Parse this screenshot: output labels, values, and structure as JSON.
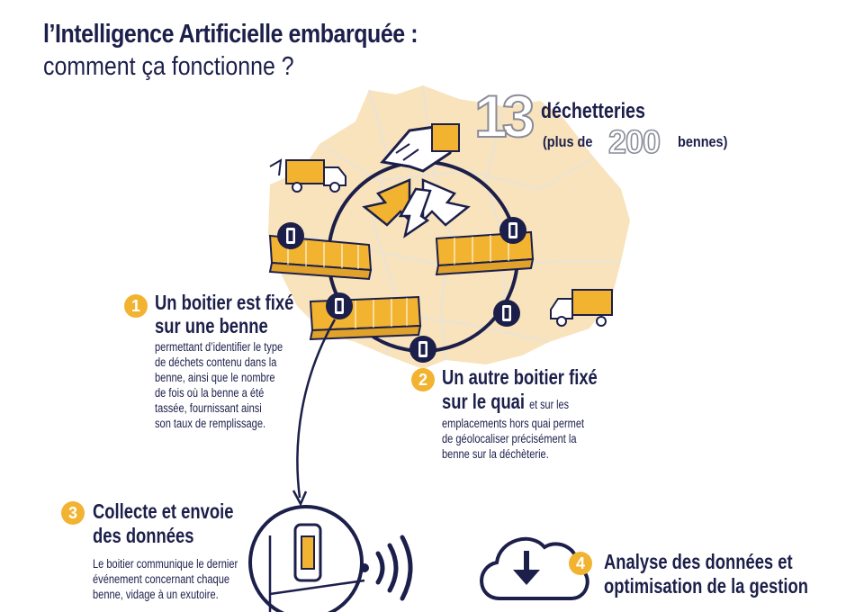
{
  "title": {
    "line1": "l’Intelligence Artificielle embarquée :",
    "line2": "comment ça fonctionne ?"
  },
  "stats": {
    "sites_number": "13",
    "sites_label": "déchetteries",
    "bennes_prefix": "(plus de",
    "bennes_number": "200",
    "bennes_suffix": "bennes)"
  },
  "steps": [
    {
      "number": "1",
      "heading_line1": "Un boitier est fixé",
      "heading_line2": "sur une benne",
      "text": [
        "permettant d’identifier le type",
        "de déchets contenu dans la",
        "benne, ainsi que le nombre",
        "de fois où la benne a été",
        "tassée, fournissant ainsi",
        "son taux de remplissage."
      ]
    },
    {
      "number": "2",
      "heading_line1": "Un autre boitier fixé",
      "heading_line2": "sur le quai",
      "inline_text": "et sur les",
      "text": [
        "emplacements hors quai permet",
        "de géolocaliser précisément la",
        "benne sur la déchèterie."
      ]
    },
    {
      "number": "3",
      "heading_line1": "Collecte et envoie",
      "heading_line2": "des données",
      "text": [
        "Le boitier communique le dernier",
        "événement concernant chaque",
        "benne, vidage à un exutoire."
      ]
    },
    {
      "number": "4",
      "heading_line1": "Analyse des données et",
      "heading_line2": "optimisation de la gestion"
    }
  ],
  "colors": {
    "navy": "#1c1f4a",
    "accent": "#f2b330",
    "map": "#f8e3bd",
    "grey_outline": "#8a8c99"
  },
  "icons": [
    "truck-icon",
    "container-icon",
    "sensor-box-icon",
    "hand-icon",
    "recycle-arrows-icon",
    "cloud-download-icon",
    "wifi-signal-icon"
  ]
}
